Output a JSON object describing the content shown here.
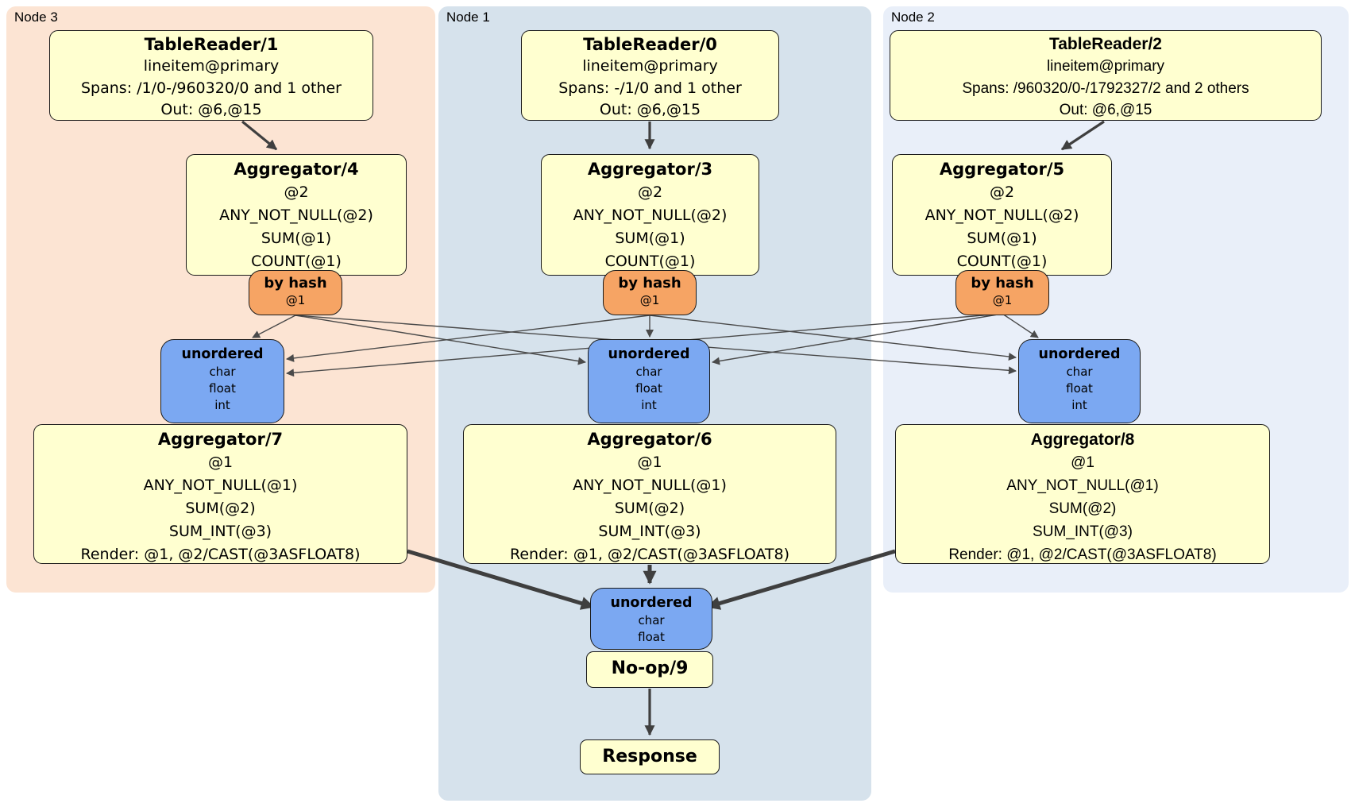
{
  "colors": {
    "node3_bg": "#fce4d3",
    "node1_bg": "#d6e2ec",
    "node2_bg": "#e9eff9",
    "box_yellow": "#ffffd0",
    "box_orange": "#f6a464",
    "box_blue": "#7ba8f2",
    "border": "#1a1a1a",
    "edge_thin": "#4a4a4a",
    "edge_thick": "#3f3f3f"
  },
  "nodes": [
    {
      "label": "Node 3",
      "table_reader": {
        "title": "TableReader/1",
        "lines": [
          "lineitem@primary",
          "Spans: /1/0-/960320/0 and 1 other",
          "Out: @6,@15"
        ]
      },
      "aggregator_top": {
        "title": "Aggregator/4",
        "lines": [
          "@2",
          "ANY_NOT_NULL(@2)",
          "SUM(@1)",
          "COUNT(@1)"
        ]
      },
      "router": {
        "title": "by hash",
        "detail": "@1"
      },
      "sync": {
        "title": "unordered",
        "lines": [
          "char",
          "float",
          "int"
        ]
      },
      "aggregator_bottom": {
        "title": "Aggregator/7",
        "lines": [
          "@1",
          "ANY_NOT_NULL(@1)",
          "SUM(@2)",
          "SUM_INT(@3)",
          "Render: @1, @2/CAST(@3ASFLOAT8)"
        ]
      }
    },
    {
      "label": "Node 1",
      "table_reader": {
        "title": "TableReader/0",
        "lines": [
          "lineitem@primary",
          "Spans: -/1/0 and 1 other",
          "Out: @6,@15"
        ]
      },
      "aggregator_top": {
        "title": "Aggregator/3",
        "lines": [
          "@2",
          "ANY_NOT_NULL(@2)",
          "SUM(@1)",
          "COUNT(@1)"
        ]
      },
      "router": {
        "title": "by hash",
        "detail": "@1"
      },
      "sync": {
        "title": "unordered",
        "lines": [
          "char",
          "float",
          "int"
        ]
      },
      "aggregator_bottom": {
        "title": "Aggregator/6",
        "lines": [
          "@1",
          "ANY_NOT_NULL(@1)",
          "SUM(@2)",
          "SUM_INT(@3)",
          "Render: @1, @2/CAST(@3ASFLOAT8)"
        ]
      }
    },
    {
      "label": "Node 2",
      "table_reader": {
        "title": "TableReader/2",
        "lines": [
          "lineitem@primary",
          "Spans: /960320/0-/1792327/2 and 2 others",
          "Out: @6,@15"
        ]
      },
      "aggregator_top": {
        "title": "Aggregator/5",
        "lines": [
          "@2",
          "ANY_NOT_NULL(@2)",
          "SUM(@1)",
          "COUNT(@1)"
        ]
      },
      "router": {
        "title": "by hash",
        "detail": "@1"
      },
      "sync": {
        "title": "unordered",
        "lines": [
          "char",
          "float",
          "int"
        ]
      },
      "aggregator_bottom": {
        "title": "Aggregator/8",
        "lines": [
          "@1",
          "ANY_NOT_NULL(@1)",
          "SUM(@2)",
          "SUM_INT(@3)",
          "Render: @1, @2/CAST(@3ASFLOAT8)"
        ]
      }
    }
  ],
  "final": {
    "sync": {
      "title": "unordered",
      "lines": [
        "char",
        "float"
      ]
    },
    "noop_title": "No-op/9",
    "response_title": "Response"
  },
  "edges": [
    {
      "from": "TableReader/1",
      "to": "Aggregator/4",
      "style": "arrow"
    },
    {
      "from": "TableReader/0",
      "to": "Aggregator/3",
      "style": "arrow"
    },
    {
      "from": "TableReader/2",
      "to": "Aggregator/5",
      "style": "arrow"
    },
    {
      "from": "by hash (Node 3)",
      "to": "unordered (Node 3)",
      "style": "thin"
    },
    {
      "from": "by hash (Node 3)",
      "to": "unordered (Node 1)",
      "style": "thin"
    },
    {
      "from": "by hash (Node 3)",
      "to": "unordered (Node 2)",
      "style": "thin"
    },
    {
      "from": "by hash (Node 1)",
      "to": "unordered (Node 1)",
      "style": "thin"
    },
    {
      "from": "by hash (Node 1)",
      "to": "unordered (Node 3)",
      "style": "thin"
    },
    {
      "from": "by hash (Node 1)",
      "to": "unordered (Node 2)",
      "style": "thin"
    },
    {
      "from": "by hash (Node 2)",
      "to": "unordered (Node 2)",
      "style": "thin"
    },
    {
      "from": "by hash (Node 2)",
      "to": "unordered (Node 1)",
      "style": "thin"
    },
    {
      "from": "by hash (Node 2)",
      "to": "unordered (Node 3)",
      "style": "thin"
    },
    {
      "from": "Aggregator/7",
      "to": "unordered (final)",
      "style": "thick"
    },
    {
      "from": "Aggregator/6",
      "to": "unordered (final)",
      "style": "thick"
    },
    {
      "from": "Aggregator/8",
      "to": "unordered (final)",
      "style": "thick"
    },
    {
      "from": "No-op/9",
      "to": "Response",
      "style": "arrow"
    }
  ]
}
